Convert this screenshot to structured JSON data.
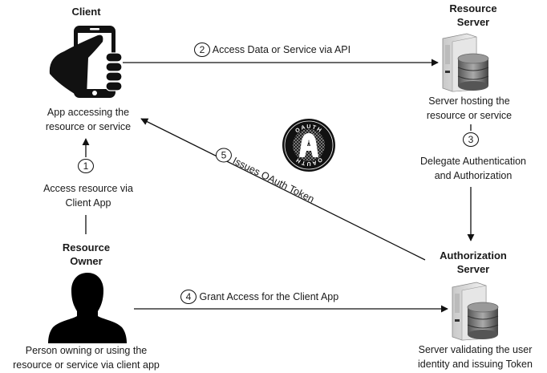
{
  "nodes": {
    "client": {
      "title": "Client",
      "description_line1": "App accessing the",
      "description_line2": "resource or service",
      "icon": "hand-holding-phone-icon"
    },
    "resource_server": {
      "title_line1": "Resource",
      "title_line2": "Server",
      "description_line1": "Server hosting the",
      "description_line2": "resource or service",
      "icon": "server-database-icon"
    },
    "authorization_server": {
      "title_line1": "Authorization",
      "title_line2": "Server",
      "description_line1": "Server validating the user",
      "description_line2": "identity and issuing Token",
      "icon": "server-database-icon"
    },
    "resource_owner": {
      "title_line1": "Resource",
      "title_line2": "Owner",
      "description_line1": "Person owning or using the",
      "description_line2": "resource or service via client app",
      "icon": "person-silhouette-icon"
    }
  },
  "steps": [
    {
      "number": "1",
      "label_line1": "Access resource via",
      "label_line2": "Client App",
      "from": "Resource Owner",
      "to": "Client"
    },
    {
      "number": "2",
      "label": "Access Data or Service via API",
      "from": "Client",
      "to": "Resource Server"
    },
    {
      "number": "3",
      "label_line1": "Delegate Authentication",
      "label_line2": "and Authorization",
      "from": "Resource Server",
      "to": "Authorization Server"
    },
    {
      "number": "4",
      "label": "Grant Access for the Client App",
      "from": "Resource Owner",
      "to": "Authorization Server"
    },
    {
      "number": "5",
      "label": "Issues OAuth Token",
      "from": "Authorization Server",
      "to": "Client"
    }
  ],
  "logo": {
    "text": "OAUTH",
    "letter": "A"
  }
}
